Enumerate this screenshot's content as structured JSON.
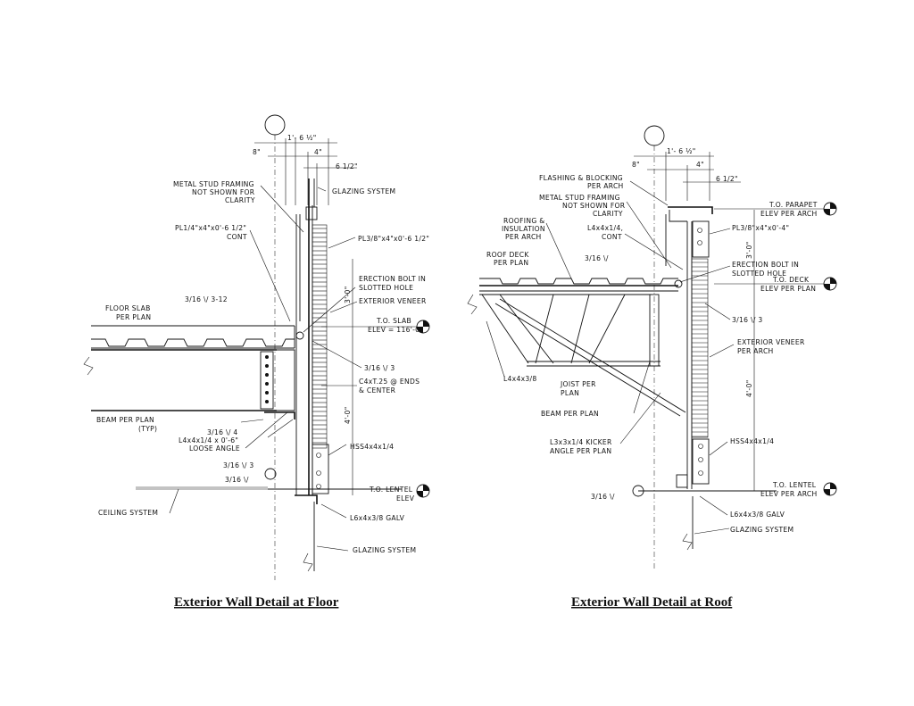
{
  "captions": {
    "left": "Exterior Wall Detail at Floor",
    "right": "Exterior Wall Detail at Roof"
  },
  "left_detail": {
    "dimensions": {
      "overall": "1'- 6 ½\"",
      "left": "8\"",
      "right": "4\"",
      "small": "6 1/2\"",
      "upper_vertical": "3'-0\"",
      "lower_vertical": "4'-0\""
    },
    "labels": {
      "metal_stud_1": "METAL STUD FRAMING",
      "metal_stud_2": "NOT SHOWN FOR",
      "metal_stud_3": "CLARITY",
      "glazing_top": "GLAZING SYSTEM",
      "pl1_1": "PL1/4\"x4\"x0'-6 1/2\"",
      "pl1_2": "CONT",
      "pl3_1": "PL3/8\"x4\"x0'-6 1/2\"",
      "erection_1": "ERECTION BOLT IN",
      "erection_2": "SLOTTED HOLE",
      "exterior_veneer": "EXTERIOR VENEER",
      "floor_slab_1": "FLOOR SLAB",
      "floor_slab_2": "PER PLAN",
      "weld_3_12": "3/16 \\/ 3-12",
      "to_slab_1": "T.O. SLAB",
      "to_slab_2": "ELEV = 116'-0\"",
      "weld_3a": "3/16 \\/ 3",
      "c4_1": "C4xT.25 @ ENDS",
      "c4_2": "& CENTER",
      "beam_1": "BEAM PER PLAN",
      "beam_2": "(TYP)",
      "weld_4": "3/16 \\/ 4",
      "angle_1": "L4x4x1/4 x 0'-6\"",
      "angle_2": "LOOSE ANGLE",
      "weld_3b": "3/16 \\/ 3",
      "weld_plain": "3/16 \\/",
      "hss": "HSS4x4x1/4",
      "to_lentel_1": "T.O. LENTEL",
      "to_lentel_2": "ELEV",
      "ceiling": "CEILING SYSTEM",
      "l6": "L6x4x3/8 GALV",
      "glazing_bottom": "GLAZING SYSTEM"
    }
  },
  "right_detail": {
    "dimensions": {
      "overall": "1'- 6 ½\"",
      "left": "8\"",
      "right": "4\"",
      "small": "6 1/2\"",
      "upper_vertical": "3'-0\"",
      "lower_vertical": "4'-0\""
    },
    "labels": {
      "flashing_1": "FLASHING & BLOCKING",
      "flashing_2": "PER ARCH",
      "metal_stud_1": "METAL STUD FRAMING",
      "metal_stud_2": "NOT SHOWN FOR",
      "metal_stud_3": "CLARITY",
      "to_parapet_1": "T.O. PARAPET",
      "to_parapet_2": "ELEV PER ARCH",
      "roofing_1": "ROOFING &",
      "roofing_2": "INSULATION",
      "roofing_3": "PER ARCH",
      "l4_1": "L4x4x1/4,",
      "l4_2": "CONT",
      "pl3": "PL3/8\"x4\"x0'-4\"",
      "roof_deck_1": "ROOF DECK",
      "roof_deck_2": "PER PLAN",
      "weld_a": "3/16 \\/",
      "erection_1": "ERECTION BOLT IN",
      "erection_2": "SLOTTED HOLE",
      "to_deck_1": "T.O. DECK",
      "to_deck_2": "ELEV PER PLAN",
      "weld_3": "3/16 \\/ 3",
      "l4x4": "L4x4x3/8",
      "joist_1": "JOIST PER",
      "joist_2": "PLAN",
      "exterior_veneer_1": "EXTERIOR VENEER",
      "exterior_veneer_2": "PER ARCH",
      "beam": "BEAM PER PLAN",
      "l3_1": "L3x3x1/4 KICKER",
      "l3_2": "ANGLE PER PLAN",
      "hss": "HSS4x4x1/4",
      "weld_b": "3/16 \\/",
      "to_lentel_1": "T.O. LENTEL",
      "to_lentel_2": "ELEV PER ARCH",
      "l6": "L6x4x3/8 GALV",
      "glazing": "GLAZING SYSTEM"
    }
  }
}
